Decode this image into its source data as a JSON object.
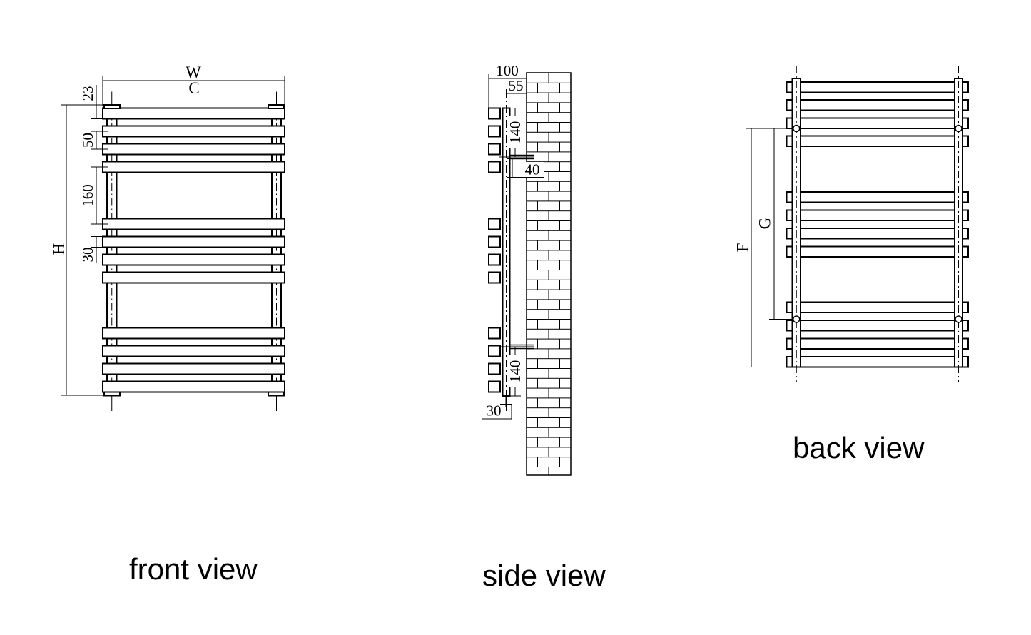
{
  "document": {
    "type": "technical drawing, heated towel rail / radiator, 3 orthographic views",
    "colors": {
      "line": "#000000",
      "background": "#ffffff"
    }
  },
  "views": {
    "front": {
      "title": "front view",
      "dims": {
        "overall_width": "W",
        "tube_centre_distance": "C",
        "overall_height": "H",
        "top_offset": "23",
        "bar_pitch": "50",
        "panel_gap": "160",
        "bar_height": "30"
      }
    },
    "side": {
      "title": "side view",
      "dims": {
        "wall_to_front_depth": "100",
        "wall_to_tube_centre": "55",
        "top_to_bracket": "140",
        "bracket_offset": "40",
        "bracket_to_bottom": "140",
        "bottom_stub": "30"
      }
    },
    "back": {
      "title": "back view",
      "dims": {
        "fixing_overall": "F",
        "bracket_centres": "G"
      }
    }
  }
}
